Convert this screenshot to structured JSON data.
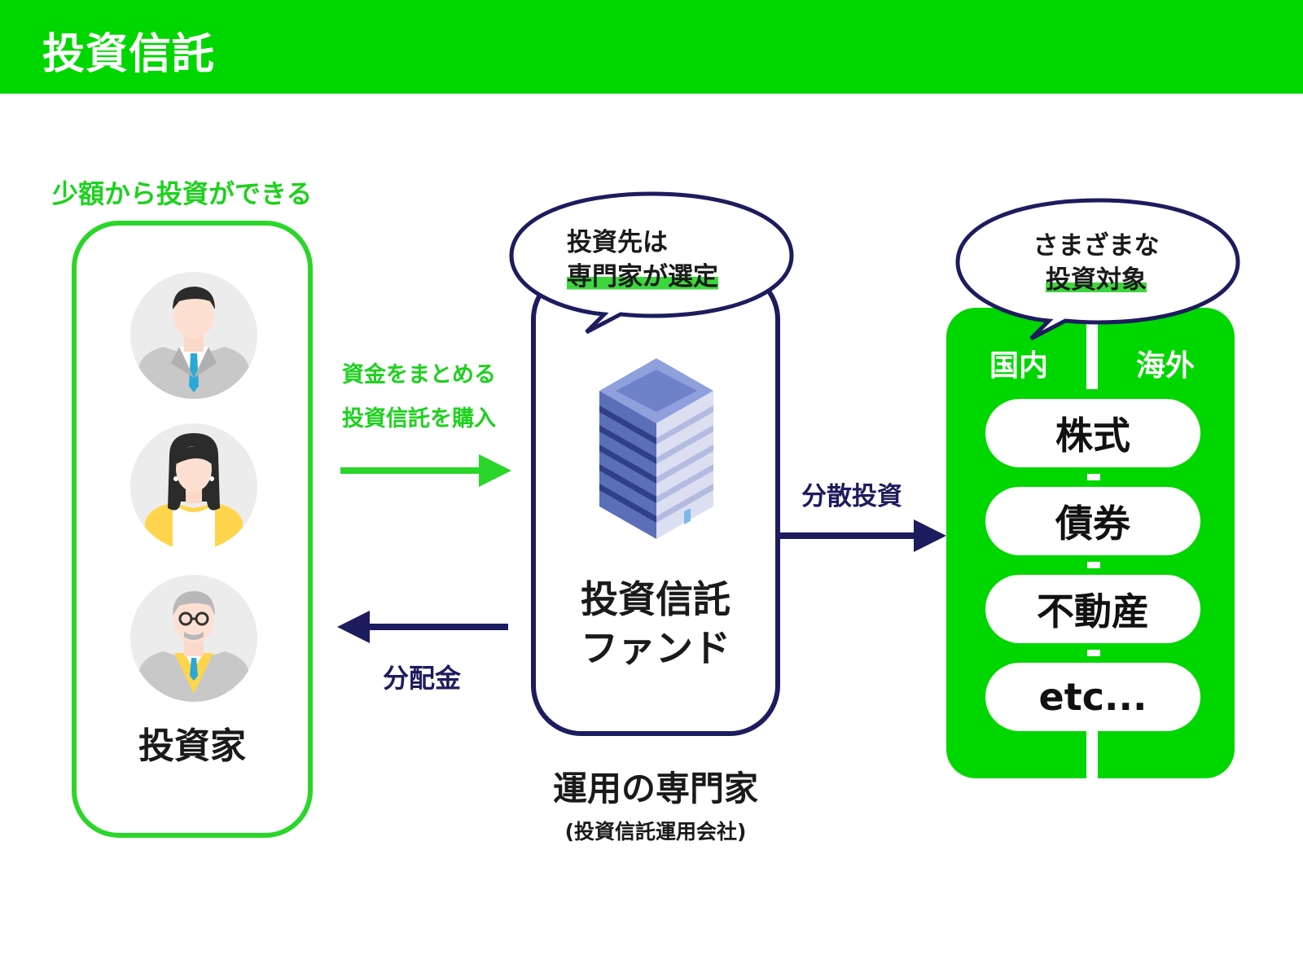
{
  "header": {
    "title": "投資信託"
  },
  "investors": {
    "caption": "少額から投資ができる",
    "label": "投資家"
  },
  "flow": {
    "collect_line1": "資金をまとめる",
    "collect_line2": "投資信託を購入",
    "distribution": "分配金",
    "diversify": "分散投資"
  },
  "fund": {
    "bubble_line1": "投資先は",
    "bubble_line2": "専門家が選定",
    "name_line1": "投資信託",
    "name_line2": "ファンド",
    "manager_title": "運用の専門家",
    "manager_sub": "(投資信託運用会社)"
  },
  "targets": {
    "bubble_line1": "さまざまな",
    "bubble_line2": "投資対象",
    "domestic": "国内",
    "overseas": "海外",
    "items": [
      "株式",
      "債券",
      "不動産",
      "etc..."
    ]
  },
  "colors": {
    "brand_green": "#00d600",
    "navy": "#1c1c5e"
  }
}
